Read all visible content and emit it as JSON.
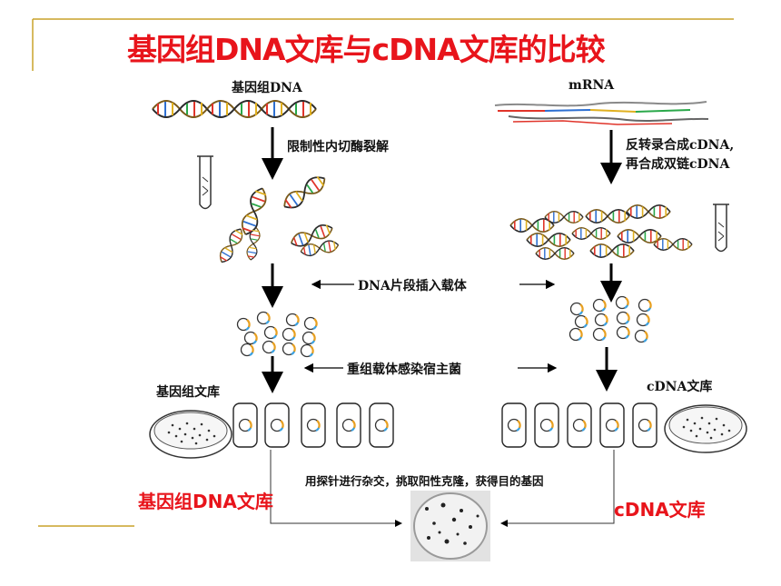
{
  "title": "基因组DNA文库与cDNA文库的比较",
  "left": {
    "source_label": "基因组DNA",
    "step1": "限制性内切酶裂解",
    "library_label": "基因组文库",
    "bottom_label": "基因组DNA文库"
  },
  "right": {
    "source_label": "mRNA",
    "step1_line1": "反转录合成cDNA,",
    "step1_line2": "再合成双链cDNA",
    "library_label": "cDNA文库",
    "bottom_label": "cDNA文库"
  },
  "shared": {
    "insert_step": "DNA片段插入载体",
    "infect_step": "重组载体感染宿主菌",
    "screen_step": "用探针进行杂交，挑取阳性克隆，获得目的基因"
  },
  "colors": {
    "title": "#e8141b",
    "accent_line": "#c8a22a"
  }
}
